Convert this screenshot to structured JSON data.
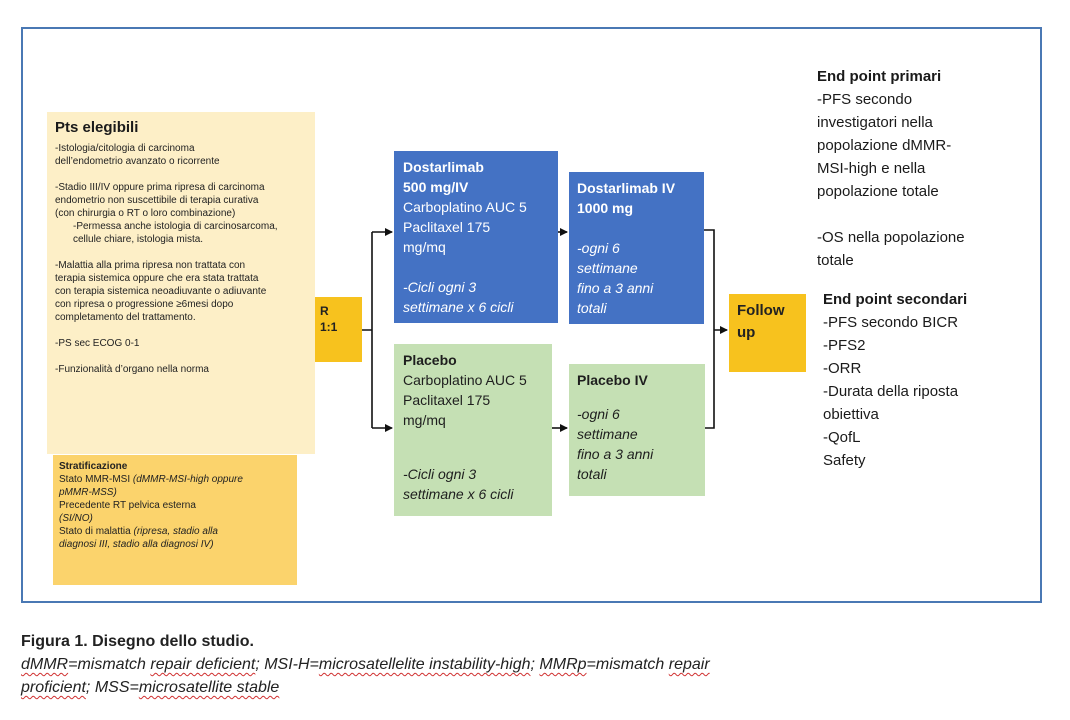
{
  "eligible": {
    "title": "Pts elegibili",
    "l1": "-Istologia/citologia di carcinoma",
    "l2": "dell’endometrio avanzato o ricorrente",
    "l3": "-Stadio III/IV oppure prima ripresa di carcinoma",
    "l4": "endometrio non suscettibile di terapia curativa",
    "l5": "(con chirurgia o RT o loro combinazione)",
    "l6": "-Permessa anche istologia di carcinosarcoma,",
    "l7": "cellule chiare, istologia mista.",
    "l8": "-Malattia alla prima ripresa non trattata con",
    "l9": "terapia sistemica oppure che era stata trattata",
    "l10": "con terapia sistemica neoadiuvante o adiuvante",
    "l11": "con ripresa o progressione ≥6mesi dopo",
    "l12": "completamento del trattamento.",
    "l13": "-PS sec ECOG 0-1",
    "l14": "-Funzionalità d’organo nella norma"
  },
  "strat": {
    "title": "Stratificazione",
    "s1a": "Stato MMR-MSI ",
    "s1b": "(dMMR-MSI-high oppure",
    "s2": "pMMR-MSS)",
    "s3": "Precedente RT pelvica esterna",
    "s4": "(SI/NO)",
    "s5a": "Stato di malattia ",
    "s5b": "(ripresa, stadio alla",
    "s6": "diagnosi III, stadio alla diagnosi IV)"
  },
  "randomization": {
    "l1": "R",
    "l2": "1:1"
  },
  "arm_dost_induction": {
    "t1": "Dostarlimab",
    "t2": "500 mg/IV",
    "b1": "Carboplatino AUC 5",
    "b2": "Paclitaxel 175",
    "b3": "mg/mq",
    "i1": "-Cicli ogni 3",
    "i2": "settimane x 6 cicli"
  },
  "arm_dost_maint": {
    "t1": "Dostarlimab IV",
    "t2": "1000 mg",
    "i1": "-ogni 6",
    "i2": "settimane",
    "i3": "fino a 3 anni",
    "i4": "totali"
  },
  "arm_plac_induction": {
    "t1": "Placebo",
    "b1": "Carboplatino AUC 5",
    "b2": "Paclitaxel 175",
    "b3": "mg/mq",
    "i1": "-Cicli ogni 3",
    "i2": "settimane x 6 cicli"
  },
  "arm_plac_maint": {
    "t1": "Placebo IV",
    "i1": "-ogni 6",
    "i2": "settimane",
    "i3": "fino a 3 anni",
    "i4": "totali"
  },
  "follow": {
    "l1": "Follow",
    "l2": "up"
  },
  "primary": {
    "title": "End point primari",
    "l1": "-PFS secondo",
    "l2": "investigatori nella",
    "l3": "popolazione dMMR-",
    "l4": "MSI-high e nella",
    "l5": "popolazione totale",
    "l6": "-OS nella popolazione",
    "l7": "totale"
  },
  "secondary": {
    "title": "End point secondari",
    "l1": "-PFS secondo BICR",
    "l2": "-PFS2",
    "l3": "-ORR",
    "l4": "-Durata della riposta",
    "l5": "obiettiva",
    "l6": "-QofL",
    "l7": "Safety"
  },
  "caption": {
    "title": "Figura 1. Disegno dello studio.",
    "d1": "dMMR",
    "t1": "=mismatch ",
    "d2": "repair deficient",
    "t2": "; MSI-H=",
    "d3": "microsatellelite instability-high",
    "t3": "; ",
    "d4": "MMRp",
    "t4": "=mismatch ",
    "d5": "repair",
    "d6": "proficient",
    "t5": "; MSS=",
    "d7": "microsatellite stable"
  },
  "colors": {
    "frame": "#4a78b4",
    "dostarlimab": "#4472c4",
    "placebo": "#c5e0b4",
    "eligible": "#fdefc7",
    "stratification": "#fbd36c",
    "accent_yellow": "#f7c21e"
  }
}
